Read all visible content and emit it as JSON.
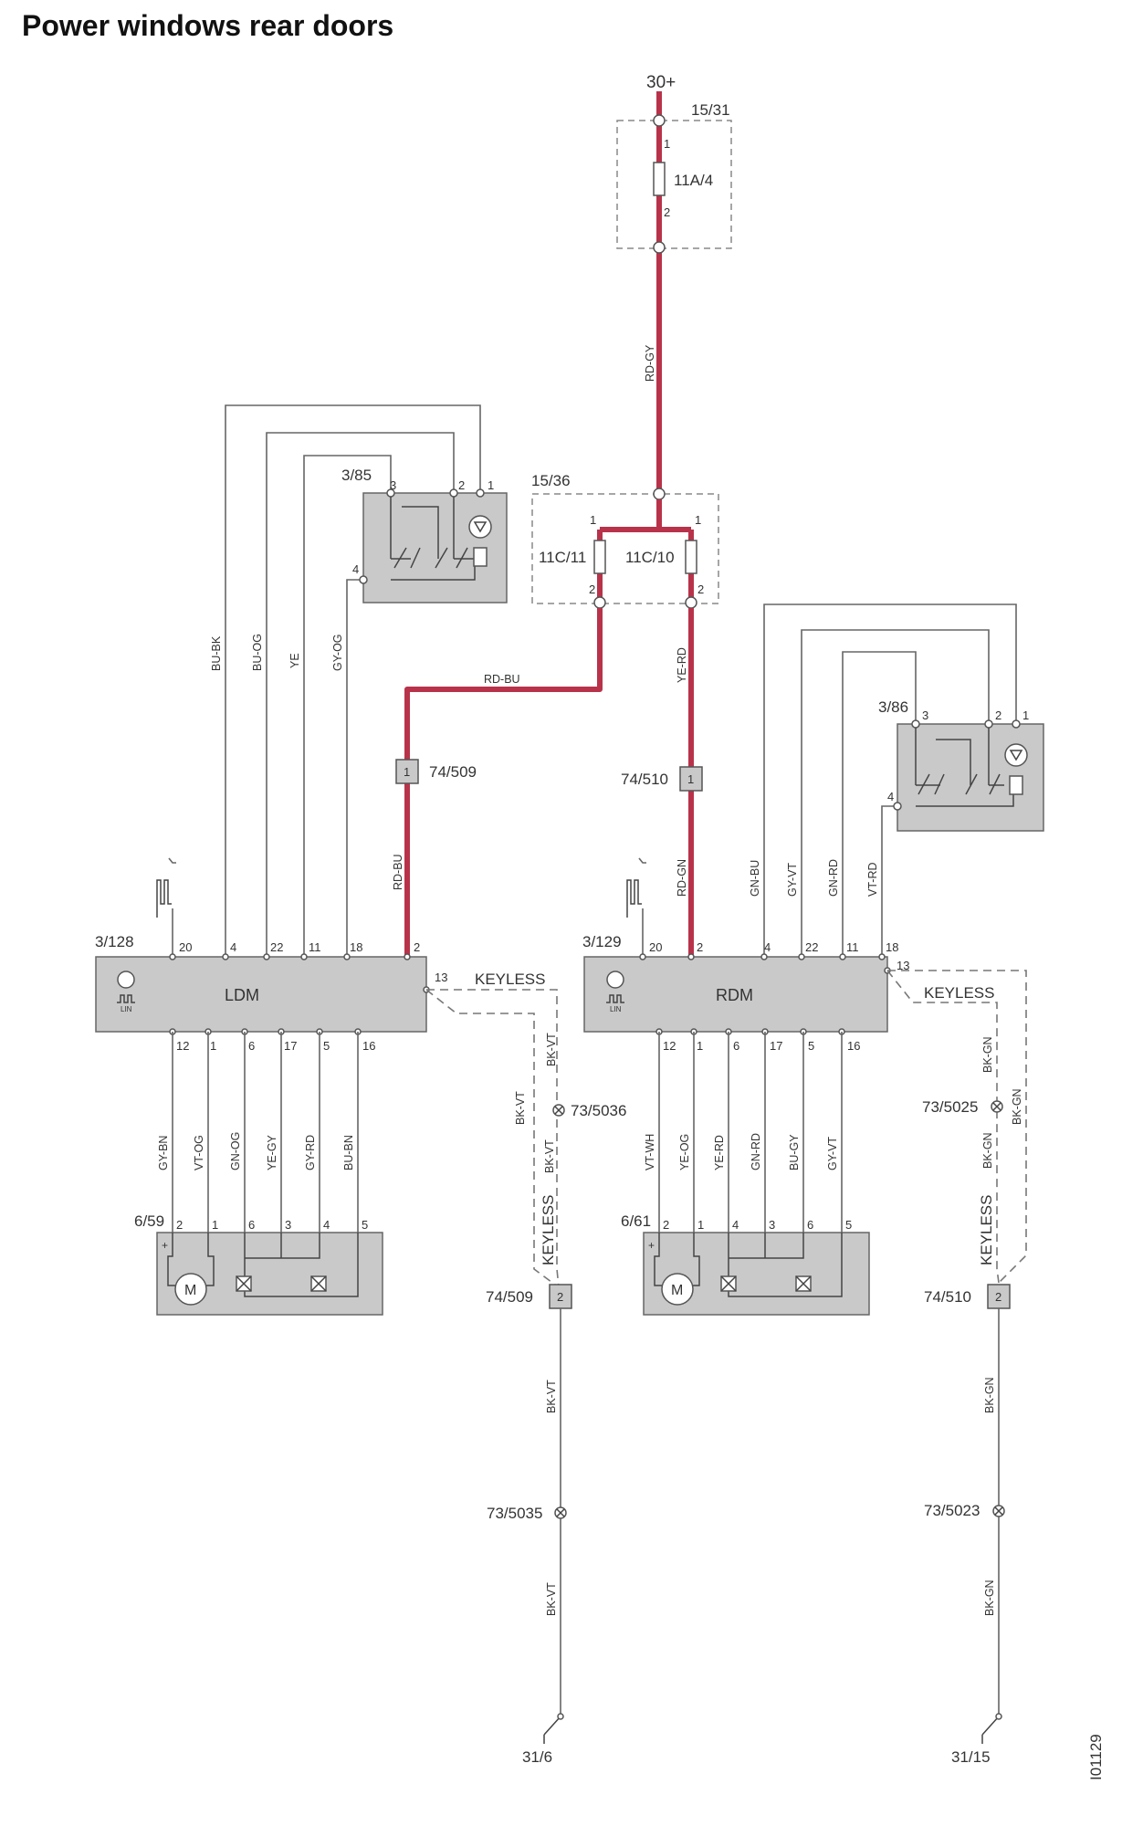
{
  "title": "Power windows rear doors",
  "figure_id": "I01129",
  "supply": {
    "label": "30+"
  },
  "fusebox_top": {
    "id": "15/31",
    "fuse": "11A/4",
    "pin_in": "1",
    "pin_out": "2"
  },
  "fusebox_mid": {
    "id": "15/36",
    "fuse_left": "11C/11",
    "fuse_right": "11C/10",
    "pin_in_left": "1",
    "pin_in_right": "1",
    "pin_out_left": "2",
    "pin_out_right": "2"
  },
  "wires": {
    "main_feed": "RD-GY",
    "ldm_feed": "RD-BU",
    "ldm_feed_lower": "RD-BU",
    "rdm_feed": "YE-RD",
    "rdm_feed_lower": "RD-GN",
    "ldm_switch": [
      "BU-BK",
      "BU-OG",
      "YE",
      "GY-OG"
    ],
    "rdm_switch": [
      "GN-BU",
      "GY-VT",
      "GN-RD",
      "VT-RD"
    ],
    "ldm_motor": [
      "GY-BN",
      "VT-OG",
      "GN-OG",
      "YE-GY",
      "GY-RD",
      "BU-BN"
    ],
    "rdm_motor": [
      "VT-WH",
      "YE-OG",
      "YE-RD",
      "GN-RD",
      "BU-GY",
      "GY-VT"
    ],
    "ldm_keyless_a": "BK-VT",
    "ldm_keyless_b": "BK-VT",
    "ldm_keyless_c": "BK-VT",
    "ldm_ground_a": "BK-VT",
    "ldm_ground_b": "BK-VT",
    "rdm_keyless_a": "BK-GN",
    "rdm_keyless_b": "BK-GN",
    "rdm_keyless_c": "BK-GN",
    "rdm_ground_a": "BK-GN",
    "rdm_ground_b": "BK-GN"
  },
  "switch_left": {
    "id": "3/85",
    "pins": [
      "3",
      "2",
      "1",
      "4"
    ]
  },
  "switch_right": {
    "id": "3/86",
    "pins": [
      "3",
      "2",
      "1",
      "4"
    ]
  },
  "connectors": {
    "c509": "74/509",
    "c510": "74/510",
    "c509_pin_a": "1",
    "c510_pin_a": "1",
    "c509b": "74/509",
    "c510b": "74/510",
    "c509_pin_b": "2",
    "c510_pin_b": "2"
  },
  "ldm": {
    "id": "3/128",
    "name": "LDM",
    "lin": "LIN",
    "top_pins": [
      "20",
      "4",
      "22",
      "11",
      "18",
      "2"
    ],
    "pin_keyless": "13",
    "keyless": "KEYLESS",
    "bottom_pins": [
      "12",
      "1",
      "6",
      "17",
      "5",
      "16"
    ]
  },
  "rdm": {
    "id": "3/129",
    "name": "RDM",
    "lin": "LIN",
    "top_pins": [
      "20",
      "2",
      "4",
      "22",
      "11",
      "18"
    ],
    "pin_keyless": "13",
    "keyless": "KEYLESS",
    "bottom_pins": [
      "12",
      "1",
      "6",
      "17",
      "5",
      "16"
    ]
  },
  "motor_left": {
    "id": "6/59",
    "pins": [
      "2",
      "1",
      "6",
      "3",
      "4",
      "5"
    ],
    "plus": "+",
    "m": "M"
  },
  "motor_right": {
    "id": "6/61",
    "pins": [
      "2",
      "1",
      "4",
      "3",
      "6",
      "5"
    ],
    "plus": "+",
    "m": "M"
  },
  "splices": {
    "s5036": "73/5036",
    "s5025": "73/5025",
    "s5035": "73/5035",
    "s5023": "73/5023"
  },
  "keyless_vertical": {
    "left": "KEYLESS",
    "right": "KEYLESS"
  },
  "grounds": {
    "left": "31/6",
    "right": "31/15"
  }
}
